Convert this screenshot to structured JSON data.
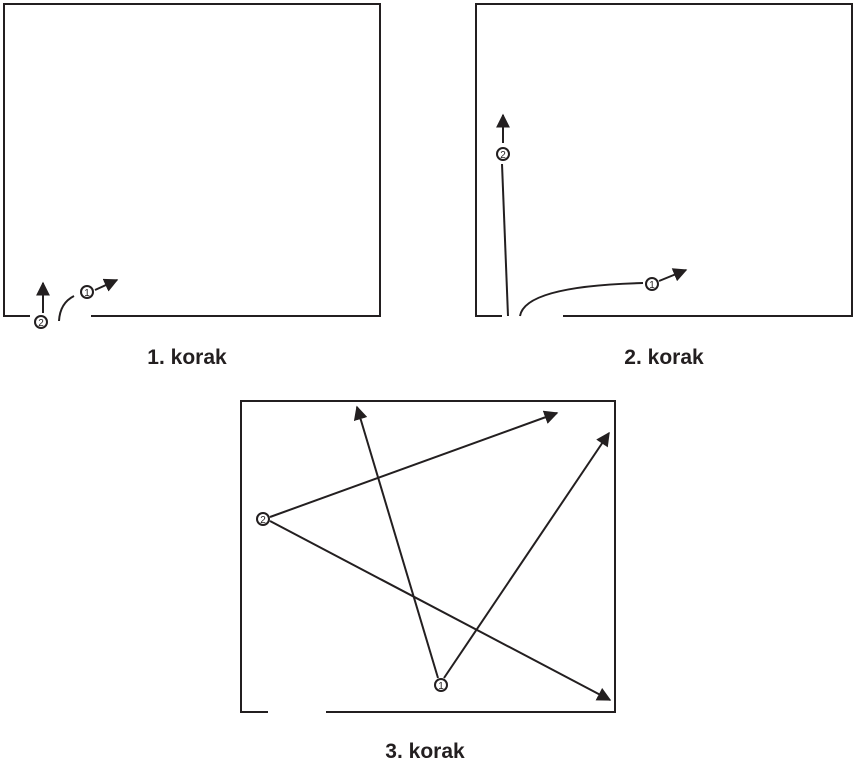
{
  "steps": [
    {
      "caption": "1. korak"
    },
    {
      "caption": "2. korak"
    },
    {
      "caption": "3. korak"
    }
  ],
  "markers": {
    "one": "1",
    "two": "2"
  },
  "colors": {
    "stroke": "#231f20",
    "background": "#ffffff"
  }
}
